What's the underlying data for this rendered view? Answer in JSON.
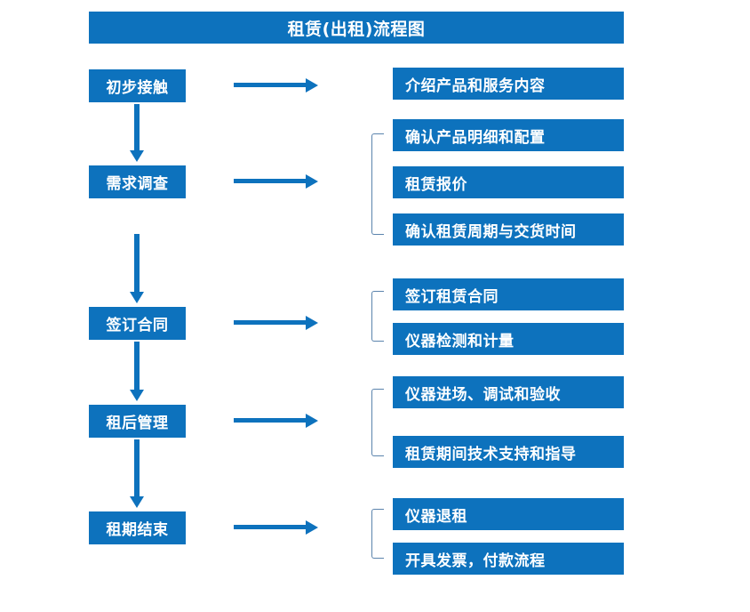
{
  "title": "租赁(出租)流程图",
  "colors": {
    "box_fill": "#0d72bd",
    "box_text": "#ffffff",
    "arrow": "#0d72bd",
    "bracket": "#5b84ad",
    "background": "#ffffff"
  },
  "stages": [
    {
      "label": "初步接触"
    },
    {
      "label": "需求调查"
    },
    {
      "label": "签订合同"
    },
    {
      "label": "租后管理"
    },
    {
      "label": "租期结束"
    }
  ],
  "details": {
    "group1": [
      {
        "label": "介绍产品和服务内容"
      }
    ],
    "group2": [
      {
        "label": "确认产品明细和配置"
      },
      {
        "label": "租赁报价"
      },
      {
        "label": "确认租赁周期与交货时间"
      }
    ],
    "group3": [
      {
        "label": "签订租赁合同"
      },
      {
        "label": "仪器检测和计量"
      }
    ],
    "group4": [
      {
        "label": "仪器进场、调试和验收"
      },
      {
        "label": "租赁期间技术支持和指导"
      }
    ],
    "group5": [
      {
        "label": "仪器退租"
      },
      {
        "label": "开具发票，付款流程"
      }
    ]
  }
}
